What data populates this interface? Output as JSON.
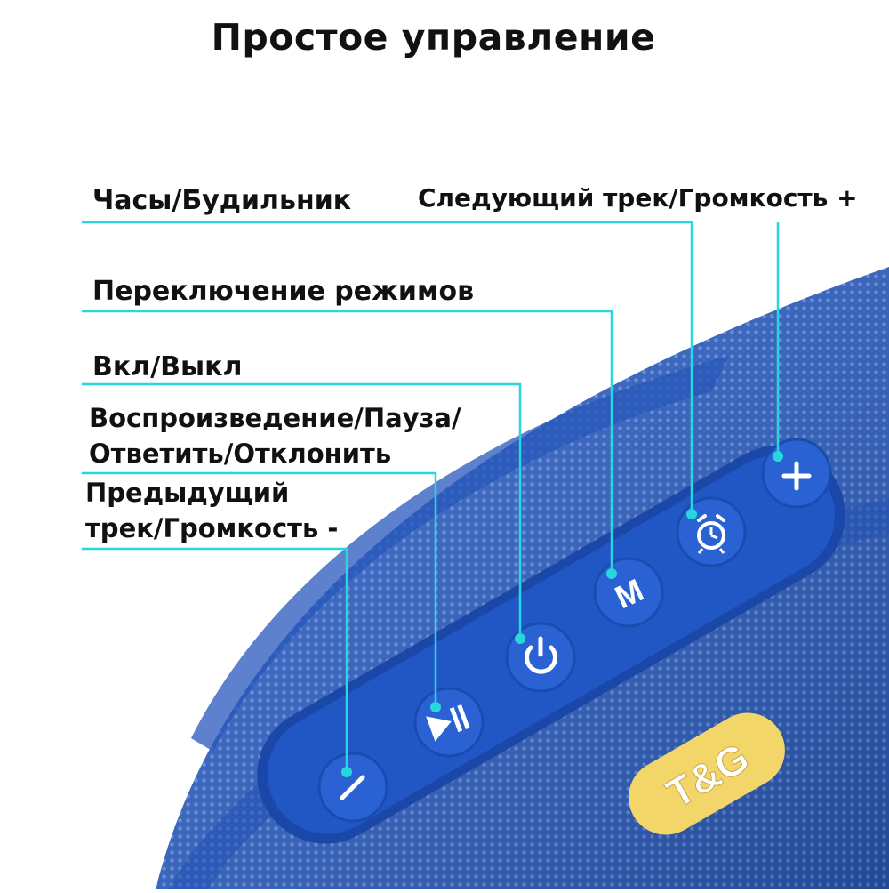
{
  "title": "Простое управление",
  "labels": {
    "clock_alarm": "Часы/Будильник",
    "next_track_volume_up": "Следующий трек/Громкость +",
    "mode_switch": "Переключение режимов",
    "power": "Вкл/Выкл",
    "play_pause_line1": "Воспроизведение/Пауза/",
    "play_pause_line2": "Ответить/Отклонить",
    "prev_track_line1": "Предыдущий",
    "prev_track_line2": "трек/Громкость -"
  },
  "buttons": {
    "minus_glyph": "–",
    "mode_glyph": "M",
    "plus_glyph": "+"
  },
  "logo": "T&G",
  "colors": {
    "speaker_fabric": "#2f63c9",
    "button_panel": "#1d4fb8",
    "button_face": "#2a62d4",
    "glyph": "#ffffff",
    "leader_line": "#28d6de",
    "logo_badge": "#f2d66a"
  }
}
